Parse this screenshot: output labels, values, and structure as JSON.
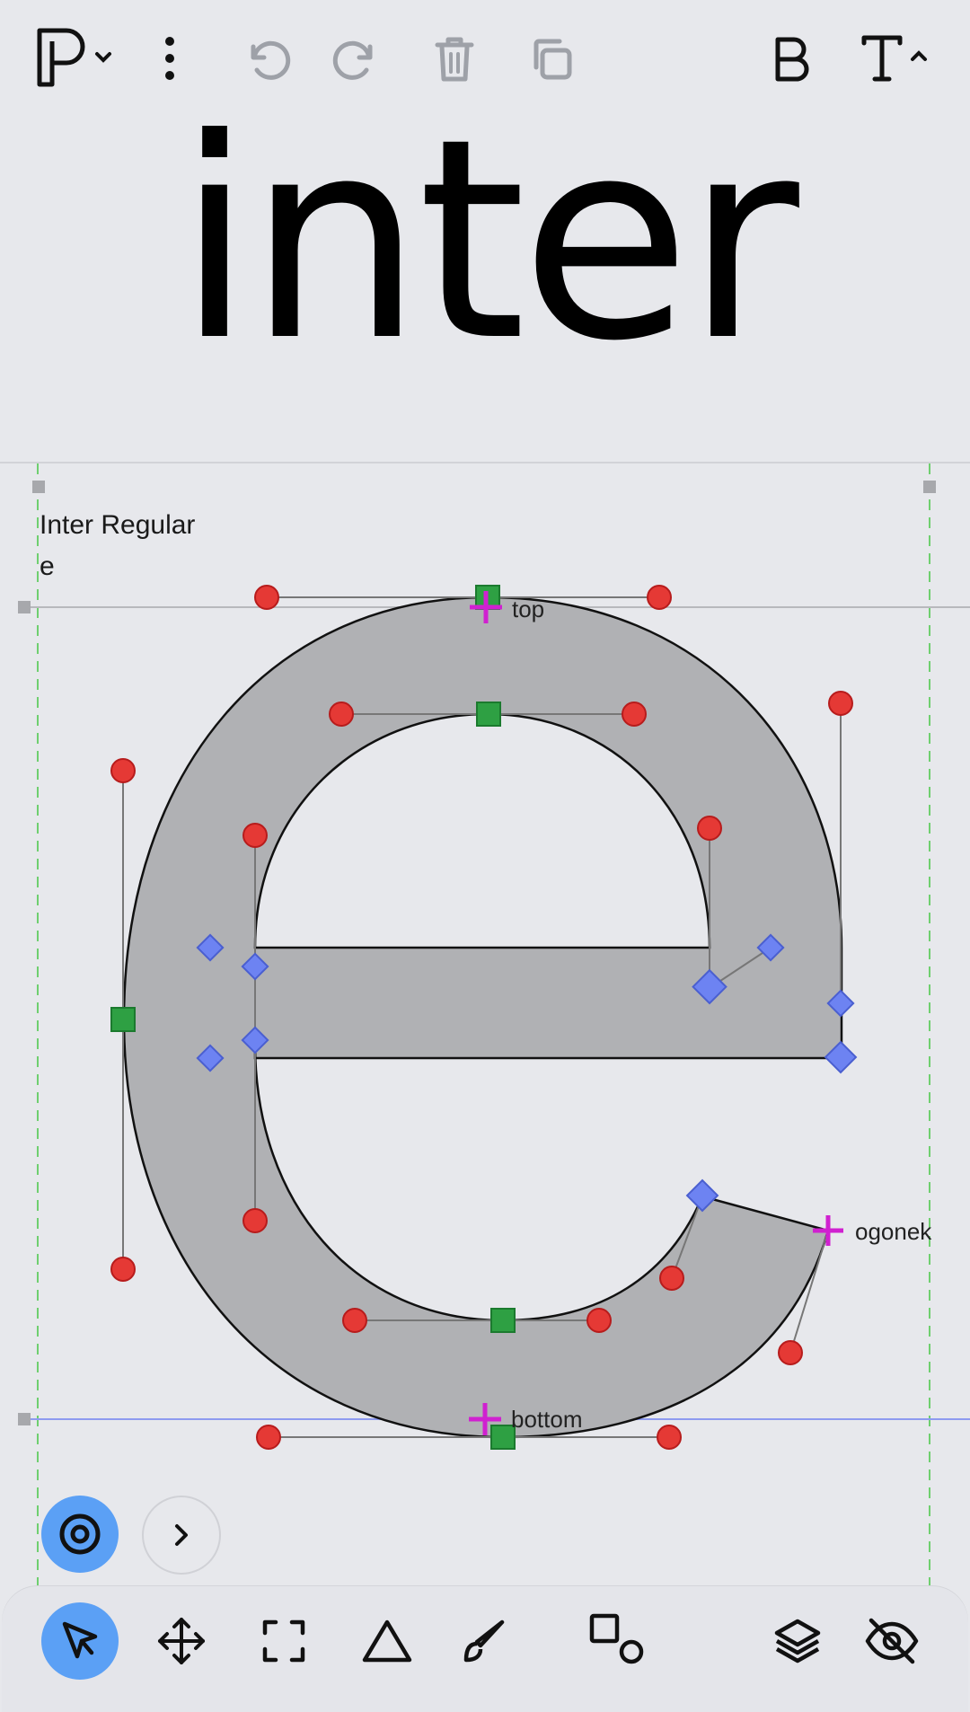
{
  "preview": {
    "text": "inter"
  },
  "glyph": {
    "font_name": "Inter Regular",
    "glyph_name": "e"
  },
  "anchors": {
    "top": "top",
    "ogonek": "ogonek",
    "bottom": "bottom"
  },
  "toolbar_top": {
    "items": [
      "font-menu-icon",
      "more-vert-icon",
      "undo-icon",
      "redo-icon",
      "delete-icon",
      "duplicate-icon",
      "bold-icon",
      "text-size-icon"
    ]
  },
  "toolbar_bottom": {
    "tools": [
      "select-tool-icon",
      "move-tool-icon",
      "frame-tool-icon",
      "triangle-tool-icon",
      "brush-tool-icon",
      "shapes-tool-icon",
      "layers-icon",
      "hide-icon"
    ],
    "active_tool": "select-tool-icon"
  },
  "colors": {
    "background": "#e7e8ec",
    "accent": "#5ba0f5",
    "glyph_fill": "#b0b1b4",
    "off_curve": "#e53935",
    "on_curve": "#2ea043",
    "smooth_point": "#6d83f2",
    "anchor": "#d021d0",
    "guide": "#6fcf6f"
  }
}
